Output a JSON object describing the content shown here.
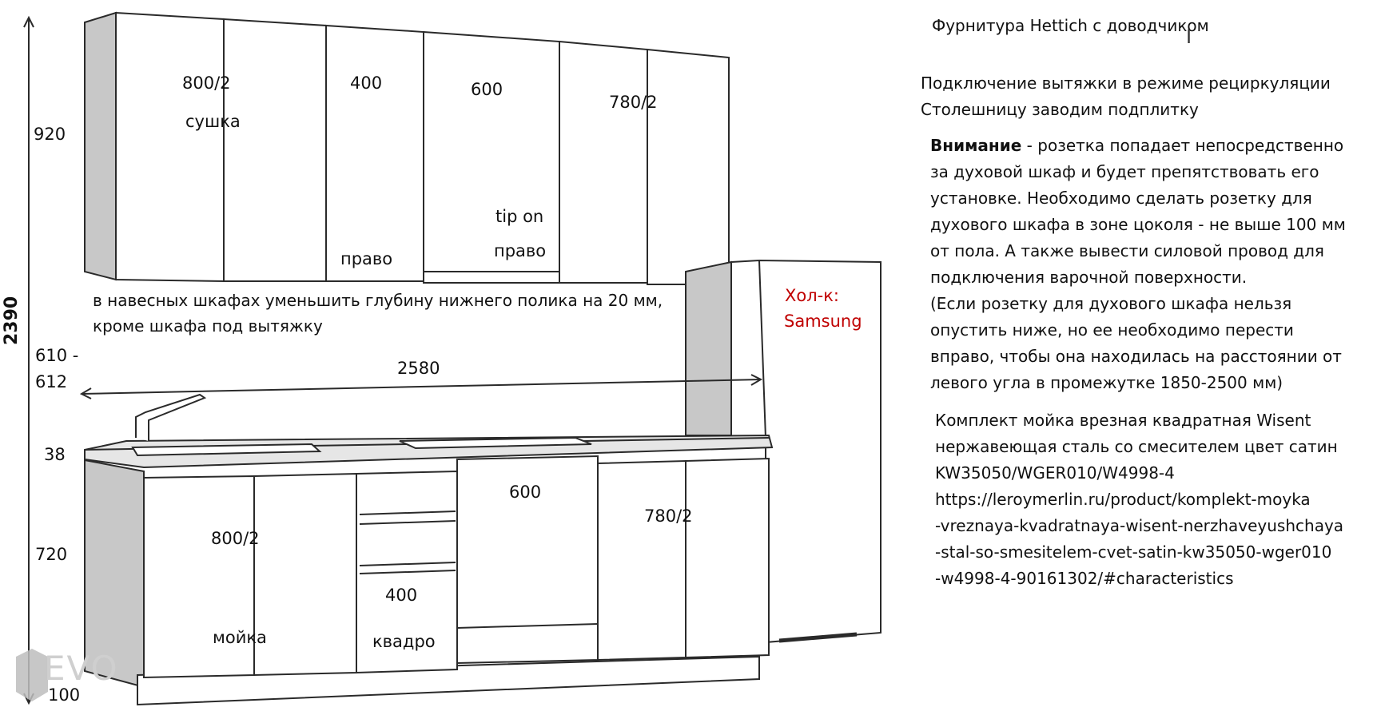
{
  "dimensions": {
    "total_height": "2390",
    "upper_height": "920",
    "backsplash_height_a": "610 -",
    "backsplash_height_b": "612",
    "countertop_thickness": "38",
    "lower_height": "720",
    "plinth_height": "100",
    "total_width": "2580"
  },
  "upper_cabinets": {
    "c1_size": "800/2",
    "c1_note": "сушка",
    "c2_size": "400",
    "c2_note": "право",
    "c3_size": "600",
    "c3_note_a": "tip on",
    "c3_note_b": "право",
    "c4_size": "780/2"
  },
  "lower_cabinets": {
    "c1_size": "800/2",
    "c1_note": "мойка",
    "c2_size": "400",
    "c2_note": "квадро",
    "c3_size": "600",
    "c4_size": "780/2"
  },
  "shelf_note_line1": "в навесных шкафах уменьшить глубину нижнего полика на 20 мм,",
  "shelf_note_line2": "кроме шкафа под вытяжку",
  "fridge_label_line1": "Хол-к:",
  "fridge_label_line2": "Samsung",
  "notes": {
    "hardware": "Фурнитура Hettich с доводчиком",
    "hood": "Подключение вытяжки в режиме рециркуляции",
    "countertop": "Столешницу заводим подплитку",
    "warning_bold": "Внимание",
    "warning_lines": [
      " - розетка попадает непосредственно",
      "за духовой шкаф и будет препятствовать его",
      "установке. Необходимо сделать розетку для",
      "духового шкафа в зоне цоколя - не выше 100 мм",
      "от пола.  А также вывести силовой провод  для",
      "подключения варочной поверхности.",
      "(Если розетку для духового шкафа нельзя",
      "опустить ниже, но ее необходимо перести",
      "вправо, чтобы она находилась на расстоянии от",
      "левого угла в промежутке 1850-2500 мм)"
    ],
    "sink_lines": [
      "Комплект мойка врезная квадратная Wisent",
      "нержавеющая сталь со смесителем цвет сатин",
      "KW35050/WGER010/W4998-4",
      "https://leroymerlin.ru/product/komplekt-moyka",
      "-vreznaya-kvadratnaya-wisent-nerzhaveyushchaya",
      "-stal-so-smesitelem-cvet-satin-kw35050-wger010",
      "-w4998-4-90161302/#characteristics"
    ]
  },
  "logo_text": "EVO",
  "colors": {
    "line": "#2a2a2a",
    "shade": "#c8c8c8",
    "accent_red": "#c00000"
  }
}
